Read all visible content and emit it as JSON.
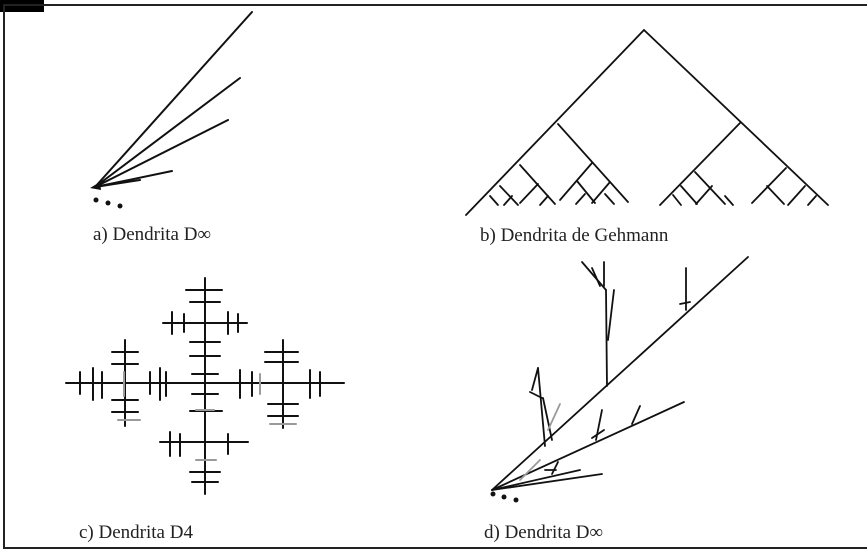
{
  "captions": {
    "a": "a) Dendrita D∞",
    "b": "b) Dendrita de Gehmann",
    "c": "c) Dendrita D4",
    "d": "d) Dendrita D∞"
  },
  "colors": {
    "ink": "#111111",
    "grey": "#9a9a9a",
    "frame": "#222222"
  }
}
